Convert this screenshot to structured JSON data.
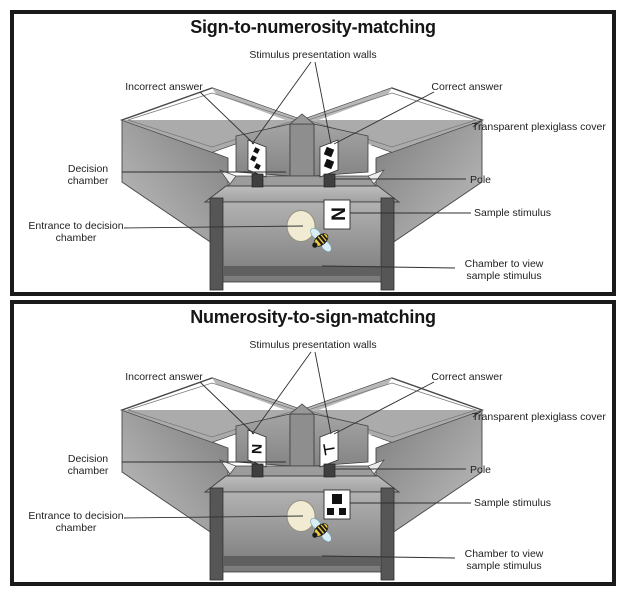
{
  "figure": {
    "panels": [
      {
        "title": "Sign-to-numerosity-matching",
        "labels": {
          "stimulus_walls": "Stimulus presentation walls",
          "incorrect": "Incorrect answer",
          "correct": "Correct answer",
          "plexiglass": "Transparent plexiglass cover",
          "decision_chamber": "Decision chamber",
          "pole": "Pole",
          "sample_stimulus": "Sample stimulus",
          "entrance": "Entrance to decision chamber",
          "view_chamber": "Chamber to view sample stimulus"
        },
        "stimuli": {
          "sample_type": "sign",
          "sample_glyph": "N",
          "incorrect_card_elements": 3,
          "correct_card_elements": 2
        }
      },
      {
        "title": "Numerosity-to-sign-matching",
        "labels": {
          "stimulus_walls": "Stimulus presentation walls",
          "incorrect": "Incorrect answer",
          "correct": "Correct answer",
          "plexiglass": "Transparent plexiglass cover",
          "decision_chamber": "Decision chamber",
          "pole": "Pole",
          "sample_stimulus": "Sample stimulus",
          "entrance": "Entrance to decision chamber",
          "view_chamber": "Chamber to view sample stimulus"
        },
        "stimuli": {
          "sample_type": "numerosity",
          "sample_card_elements": 3,
          "incorrect_glyph": "N",
          "correct_glyph": "⊥"
        }
      }
    ],
    "colors": {
      "panel_border": "#1a1a1a",
      "wall_gray_dark": "#818181",
      "wall_gray_light": "#c0c0c0",
      "box_face_light": "#b2b2b2",
      "box_face_dark": "#7a7a7a",
      "post_gray": "#565656",
      "entrance_cream": "#f2ebd3",
      "bee_yellow": "#edc93f",
      "bee_wing_blue": "#d9edf5",
      "card_white": "#ffffff",
      "stimulus_black": "#111111"
    }
  }
}
